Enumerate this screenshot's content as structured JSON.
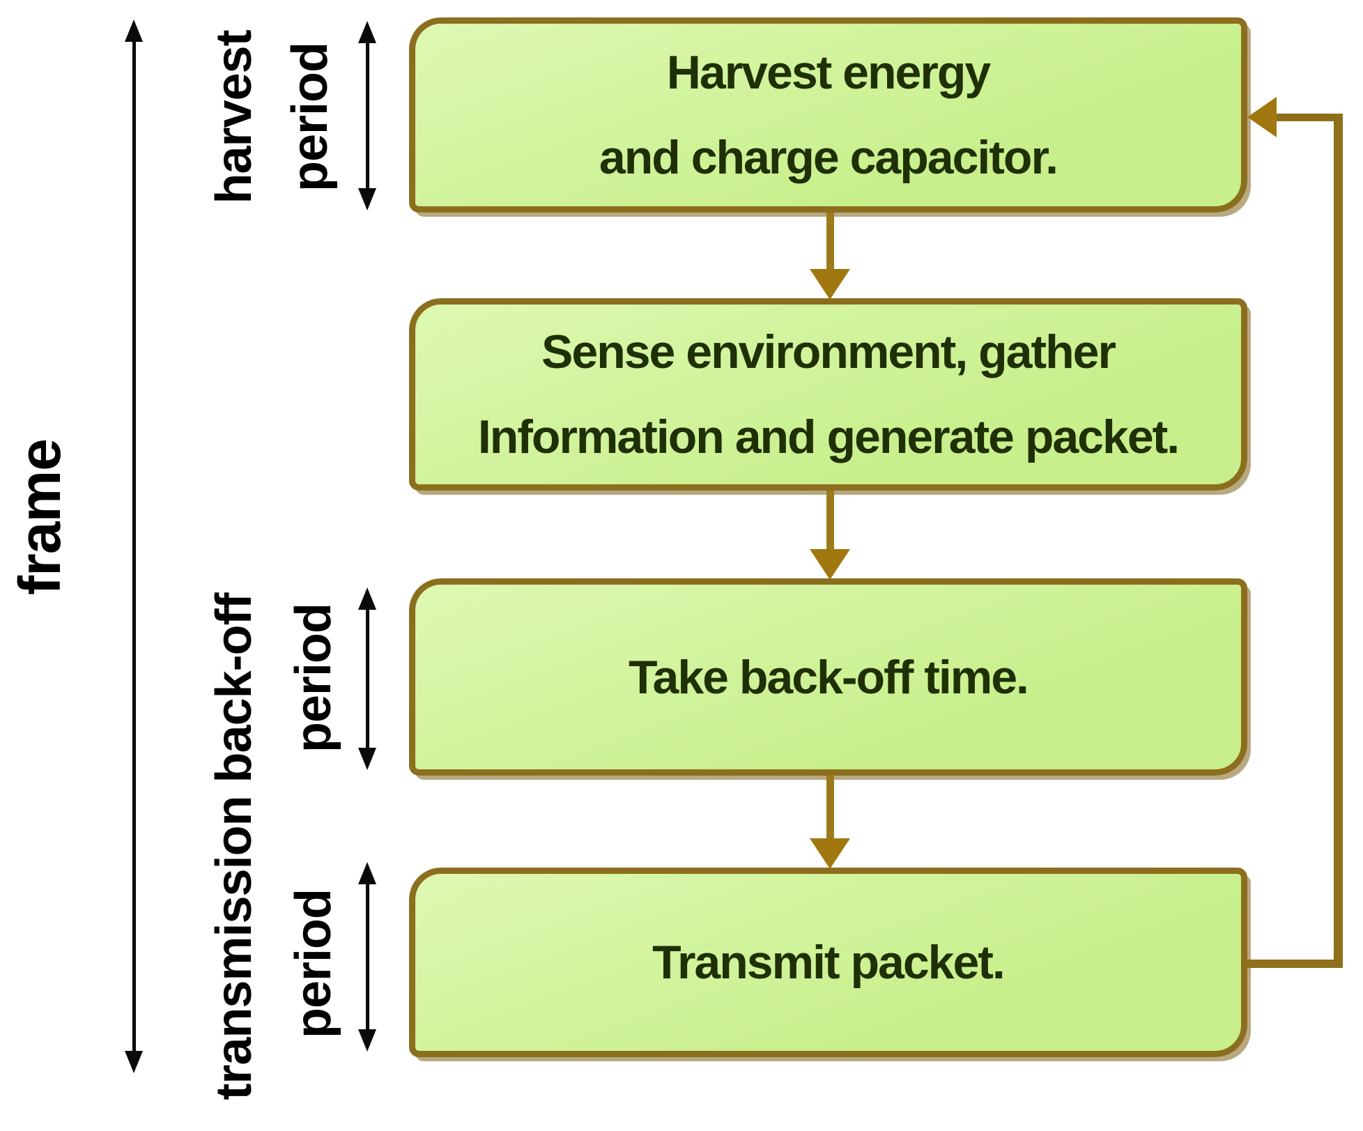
{
  "flowchart": {
    "boxes": [
      {
        "name": "harvest-energy",
        "lines": [
          "Harvest energy",
          "and charge capacitor."
        ]
      },
      {
        "name": "sense-environment",
        "lines": [
          "Sense environment, gather",
          "Information and generate packet."
        ]
      },
      {
        "name": "take-backoff",
        "lines": [
          "Take back-off time."
        ]
      },
      {
        "name": "transmit-packet",
        "lines": [
          "Transmit packet."
        ]
      }
    ],
    "side_labels": {
      "frame": "frame",
      "harvest_period_line1": "harvest",
      "harvest_period_line2": "period",
      "transmission_backoff": "transmission back-off",
      "backoff_period": "period",
      "transmit_period": "period"
    },
    "colors": {
      "box_fill_top": "#def8b2",
      "box_fill_bottom": "#c8ef8c",
      "box_border": "#8c6f1e",
      "connector": "#9b7b1d",
      "connector_head": "#a1780f",
      "feedback": "#8e6f1a",
      "box_text": "#1f3006",
      "label_text": "#000000"
    }
  }
}
